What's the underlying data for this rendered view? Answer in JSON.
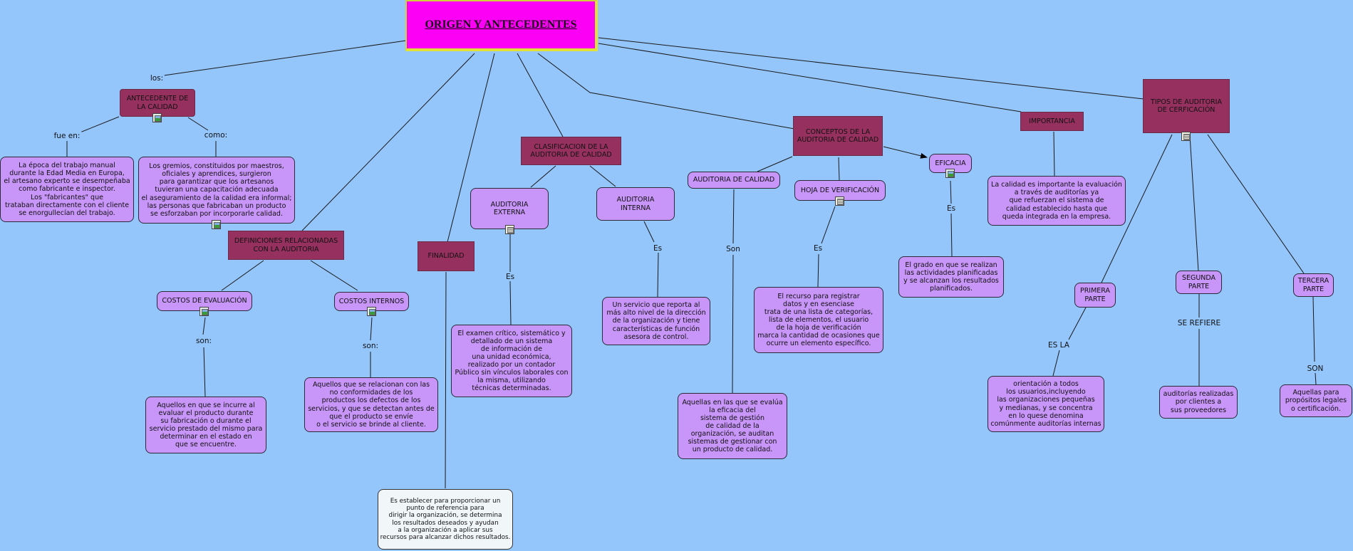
{
  "title": "ORIGEN Y ANTECEDENTES",
  "nodes": {
    "antecedente": "ANTECEDENTE DE\nLA CALIDAD",
    "epoca": "La época del trabajo manual\ndurante la Edad Media en Europa,\nel artesano experto se desempeñaba\ncomo fabricante e inspector.\nLos \"fabricantes\" que\ntrataban directamente con el cliente\nse enorgullecían del trabajo.",
    "gremios": "Los gremios, constituidos por maestros,\noficiales y aprendices, surgieron\npara garantizar que los artesanos\ntuvieran una capacitación adecuada\nel aseguramiento de la calidad era informal;\nlas personas que fabricaban un producto\nse esforzaban por incorporarle calidad.",
    "definiciones": "DEFINICIONES RELACIONADAS\nCON LA AUDITORIA",
    "costos_eval": "COSTOS DE EVALUACIÓN",
    "costos_int": "COSTOS INTERNOS",
    "eval_desc": "Aquellos en que se incurre al\nevaluar el producto durante\nsu fabricación o durante el\nservicio prestado del mismo para\ndeterminar en el estado en\nque se encuentre.",
    "int_desc": "Aquellos que se relacionan con las\nno conformidades de los\nproductos los defectos de los\nservicios, y que se detectan antes de\nque el producto se envíe\no el servicio se brinde al cliente.",
    "finalidad": "FINALIDAD",
    "finalidad_desc": "Es establecer para proporcionar un\npunto de referencia para\ndirigir la organización, se determina\nlos resultados deseados y ayudan\na la organización a aplicar sus\nrecursos para alcanzar dichos resultados.",
    "clasificacion": "CLASIFICACION DE LA\nAUDITORIA DE CALIDAD",
    "externa": "AUDITORIA\nEXTERNA",
    "interna": "AUDITORIA\nINTERNA",
    "externa_desc": "El examen crítico, sistemático y\ndetallado de un sistema\nde información de\nuna unidad económica,\nrealizado por un contador\nPúblico sin vínculos laborales con\nla misma, utilizando\ntécnicas determinadas.",
    "interna_desc": "Un servicio que reporta al\nmás alto nivel de la dirección\nde la organización y tiene\ncaracterísticas de función\nasesora de control.",
    "conceptos": "CONCEPTOS DE LA\nAUDITORIA DE CALIDAD",
    "auditoria_calidad": "AUDITORIA DE CALIDAD",
    "auditoria_calidad_desc": "Aquellas en las que se evalúa\nla eficacia del\nsistema de gestión\nde calidad de la\norganización, se auditan\nsistemas de gestionar con\nun producto de calidad.",
    "hoja": "HOJA DE VERIFICACIÓN",
    "hoja_desc": "El recurso para registrar\ndatos y en esenciase\ntrata de una lista de categorías,\nlista de elementos, el usuario\nde la hoja de verificación\nmarca la cantidad de ocasiones que\nocurre un elemento específico.",
    "eficacia": "EFICACIA",
    "eficacia_desc": "El grado en que se realizan\nlas actividades planificadas\ny se alcanzan los resultados\nplanificados.",
    "importancia": "IMPORTANCIA",
    "importancia_desc": "La calidad es importante la evaluación\na través de auditorías ya\nque refuerzan el sistema de\ncalidad establecido hasta que\nqueda integrada en la empresa.",
    "tipos": "TIPOS DE AUDITORIA\nDE CERFICACIÓN",
    "primera": "PRIMERA\nPARTE",
    "segunda": "SEGUNDA\nPARTE",
    "tercera": "TERCERA\nPARTE",
    "primera_desc": "orientación a todos\nlos usuarios,incluyendo\nlas organizaciones pequeñas\ny medianas, y se concentra\nen lo quese denomina\ncomúnmente auditorías internas",
    "segunda_desc": "auditorías realizadas\npor clientes a\nsus proveedores",
    "tercera_desc": "Aquellas para\npropósitos legales\no certificación."
  },
  "labels": {
    "los": "los:",
    "fue_en": "fue en:",
    "como": "como:",
    "son_1": "son:",
    "son_2": "son:",
    "es_externa": "Es",
    "es_interna": "Es",
    "son_calidad": "Son",
    "es_hoja": "Es",
    "es_eficacia": "Es",
    "es_la": "ES LA",
    "se_refiere": "SE REFIERE",
    "son_tercera": "SON"
  },
  "colors": {
    "background": "#94c5fb",
    "title_fill": "#fb00f5",
    "concept_fill": "#96315f",
    "leaf_fill": "#c895f8",
    "note_fill": "#f1f6f8"
  }
}
